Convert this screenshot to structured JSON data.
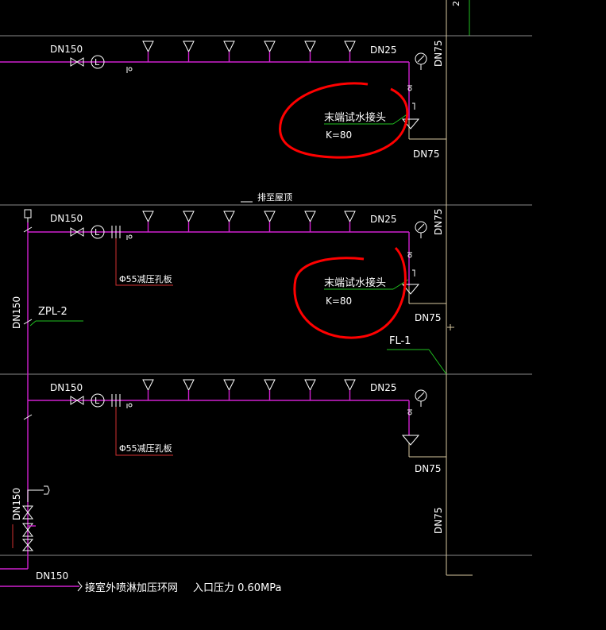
{
  "floors": [
    {
      "inlet_size": "DN150",
      "branch_size": "DN25",
      "drain_size": "DN75",
      "riser_size": "DN75",
      "test_connector_label": "末端试水接头",
      "k_factor": "K=80"
    },
    {
      "inlet_size": "DN150",
      "branch_size": "DN25",
      "drain_size": "DN75",
      "riser_size": "DN75",
      "orifice_label": "Φ55减压孔板",
      "test_connector_label": "末端试水接头",
      "k_factor": "K=80"
    },
    {
      "inlet_size": "DN150",
      "branch_size": "DN25",
      "drain_size": "DN75",
      "riser_size": "DN75",
      "orifice_label": "Φ55减压孔板"
    }
  ],
  "roof_note": "排至屋顶",
  "riser_zpl": {
    "size": "DN150",
    "tag": "ZPL-2"
  },
  "riser_fl": {
    "tag": "FL-1",
    "size": "DN75"
  },
  "inlet_main": {
    "size": "DN150",
    "valve_size": "DN150",
    "connection_text": "接室外喷淋加压环网",
    "pressure_text": "入口压力  0.60MPa"
  },
  "top_fragment": "2",
  "colors": {
    "background": "#000000",
    "sprinkler_pipe": "#d020d0",
    "drain_riser": "#d8c8a0",
    "floor_line": "#8a8a8a",
    "leader_green": "#20c020",
    "highlight_circle": "#ff0000"
  },
  "annotations": {
    "highlight_count": 2
  }
}
